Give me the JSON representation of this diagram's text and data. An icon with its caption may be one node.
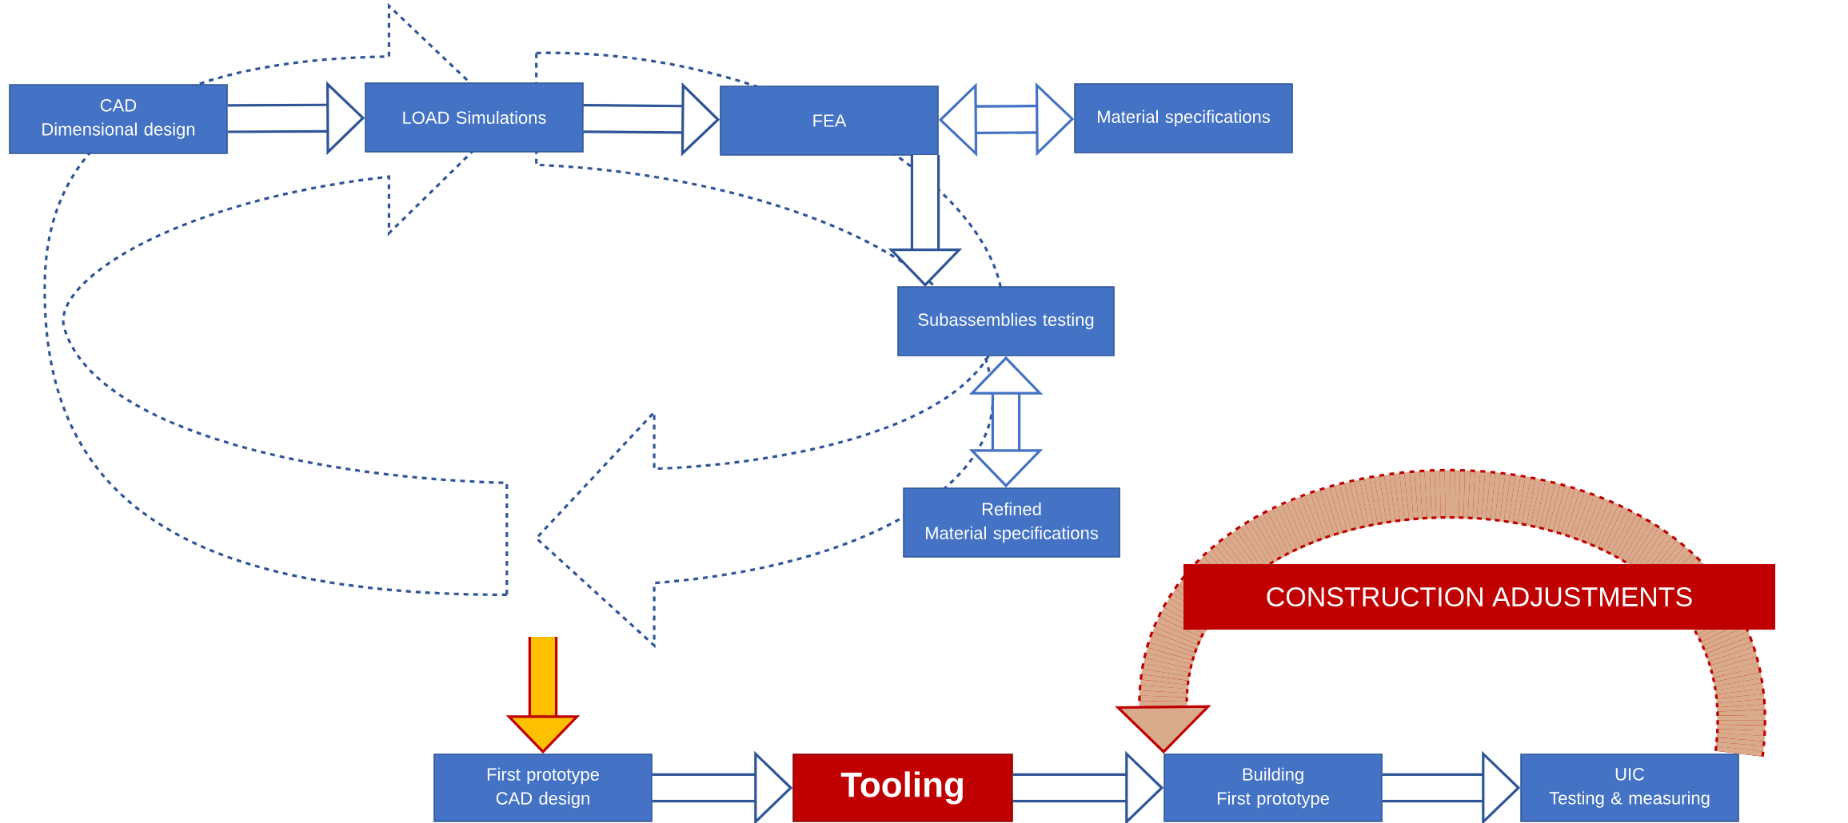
{
  "diagram": {
    "nodes": [
      {
        "text": [
          "CAD",
          "Dimensional design"
        ]
      },
      {
        "text": [
          "LOAD Simulations"
        ]
      },
      {
        "text": [
          "FEA"
        ]
      },
      {
        "text": [
          "Material specifications"
        ]
      },
      {
        "text": [
          "Subassemblies testing"
        ]
      },
      {
        "text": [
          "Refined",
          "Material specifications"
        ]
      },
      {
        "text": [
          "First prototype",
          "CAD design"
        ]
      },
      {
        "text": [
          "Tooling"
        ]
      },
      {
        "text": [
          "Building",
          "First prototype"
        ]
      },
      {
        "text": [
          "UIC",
          "Testing & measuring"
        ]
      }
    ],
    "edges": [
      {
        "from": 0,
        "to": 1,
        "arrow": "to"
      },
      {
        "from": 1,
        "to": 2,
        "arrow": "to"
      },
      {
        "from": 2,
        "to": 3,
        "arrow": "both",
        "color": "#4472c4"
      },
      {
        "from": 2,
        "to": 4,
        "arrow": "to"
      },
      {
        "from": 4,
        "to": 5,
        "arrow": "both",
        "color": "#4472c4"
      },
      {
        "from": null,
        "to": 6,
        "arrow": "to",
        "color": "#c00000"
      },
      {
        "from": 6,
        "to": 7,
        "arrow": "to"
      },
      {
        "from": 7,
        "to": 8,
        "arrow": "to"
      },
      {
        "from": 8,
        "to": 9,
        "arrow": "to"
      },
      {
        "from": 9,
        "to": 8,
        "arrow": "to",
        "label": "CONSTRUCTION ADJUSTMENTS",
        "style": "dashed",
        "color": "#c00000"
      }
    ]
  }
}
